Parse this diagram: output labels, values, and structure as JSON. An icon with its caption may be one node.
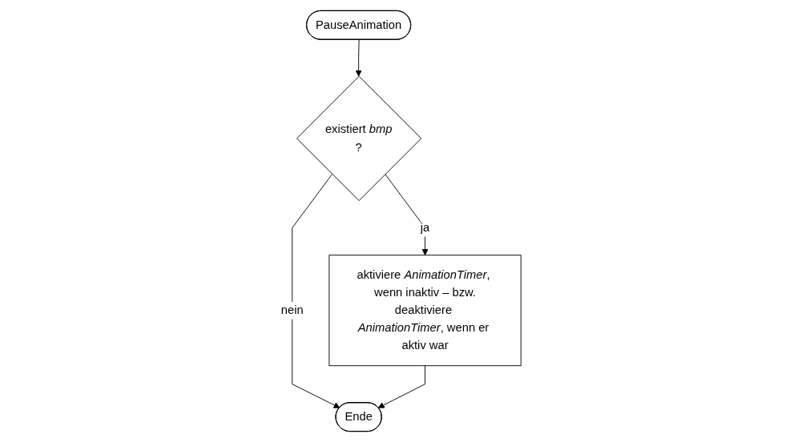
{
  "diagram": {
    "nodes": [
      {
        "text": [
          "PauseAnimation"
        ]
      },
      {
        "text": [
          "existiert *bmp* ?"
        ]
      },
      {
        "text": [
          "aktiviere *AnimationTimer*, wenn inaktiv – bzw. deaktiviere *AnimationTimer*, wenn er aktiv war"
        ]
      },
      {
        "text": [
          "Ende"
        ]
      }
    ],
    "edges": [
      {
        "from": 0,
        "to": 1,
        "arrow": "to"
      },
      {
        "from": 1,
        "to": 2,
        "arrow": "to",
        "label": "ja"
      },
      {
        "from": 1,
        "to": 3,
        "arrow": "to",
        "label": "nein"
      },
      {
        "from": 2,
        "to": 3,
        "arrow": "to"
      }
    ]
  }
}
